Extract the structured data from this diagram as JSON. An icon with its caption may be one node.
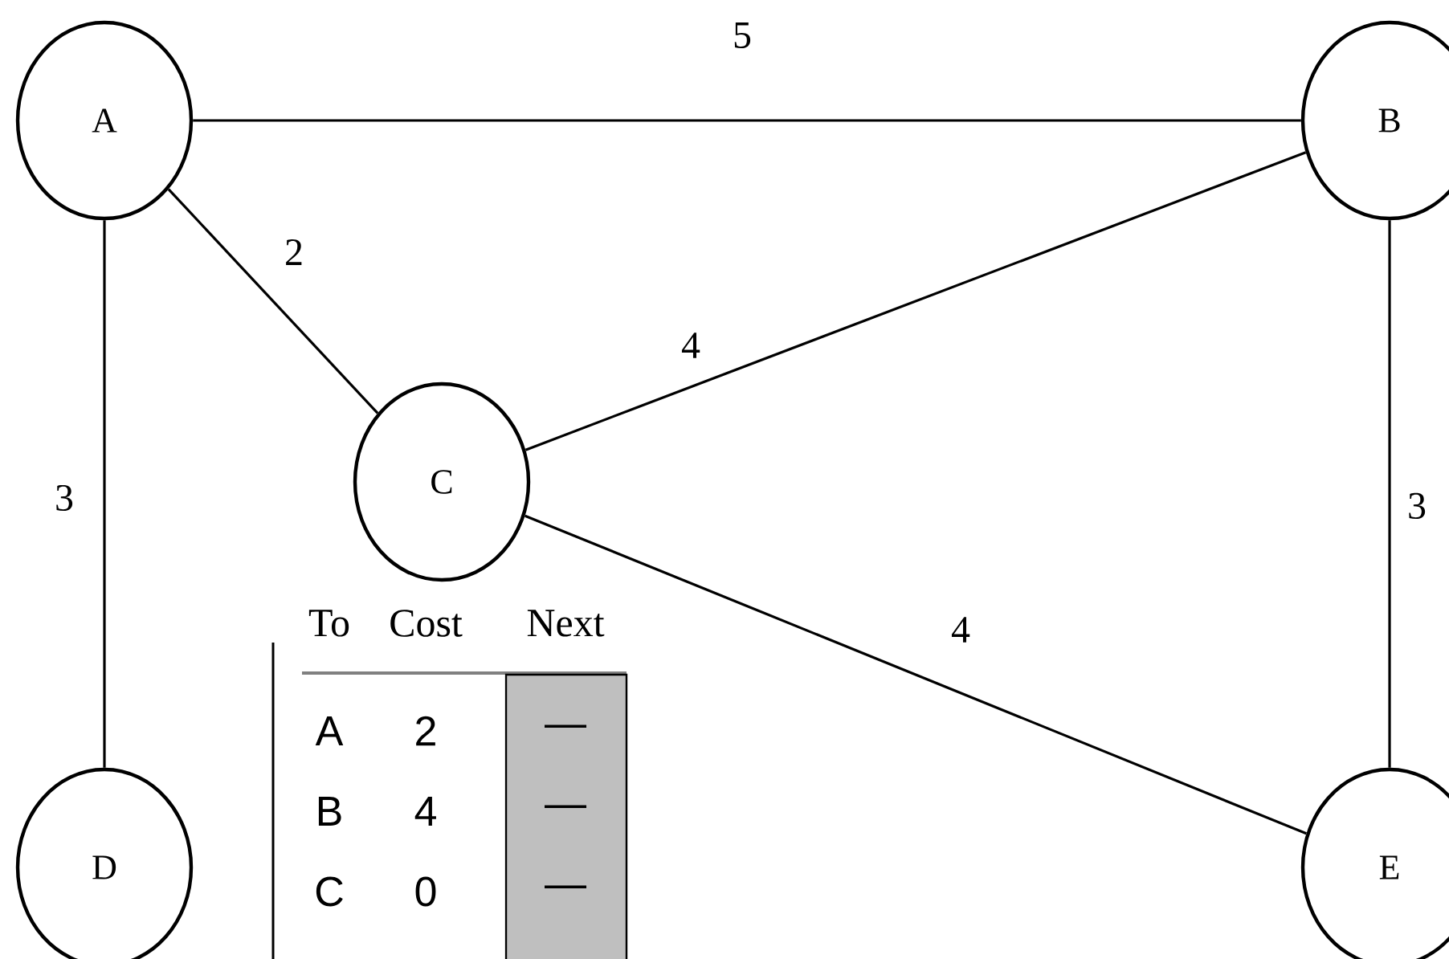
{
  "diagram": {
    "nodes": [
      {
        "text": [
          "A"
        ]
      },
      {
        "text": [
          "B"
        ]
      },
      {
        "text": [
          "C"
        ]
      },
      {
        "text": [
          "D"
        ]
      },
      {
        "text": [
          "E"
        ]
      }
    ],
    "edges": [
      {
        "from": 0,
        "to": 1,
        "arrow": "none",
        "label": "5"
      },
      {
        "from": 0,
        "to": 2,
        "arrow": "none",
        "label": "2"
      },
      {
        "from": 0,
        "to": 3,
        "arrow": "none",
        "label": "3"
      },
      {
        "from": 2,
        "to": 1,
        "arrow": "none",
        "label": "4"
      },
      {
        "from": 2,
        "to": 4,
        "arrow": "none",
        "label": "4"
      },
      {
        "from": 1,
        "to": 4,
        "arrow": "none",
        "label": "3"
      }
    ],
    "labels": [
      "To",
      "Cost",
      "Next",
      "A",
      "2",
      "—",
      "B",
      "4",
      "—",
      "C",
      "0",
      "—"
    ]
  }
}
